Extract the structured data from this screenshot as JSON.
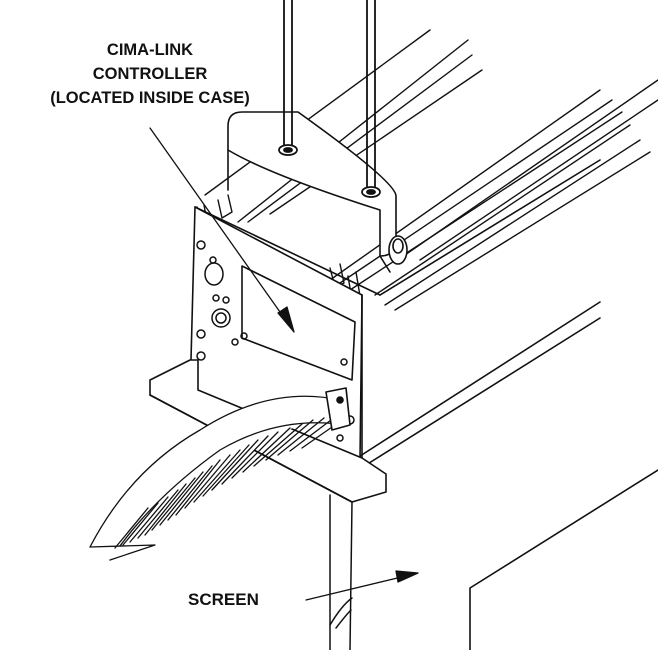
{
  "callouts": {
    "controller": {
      "line1": "CIMA-LINK",
      "line2": "CONTROLLER",
      "line3": "(LOCATED INSIDE CASE)"
    },
    "screen": "SCREEN"
  },
  "colors": {
    "line": "#111111",
    "background": "#ffffff"
  }
}
